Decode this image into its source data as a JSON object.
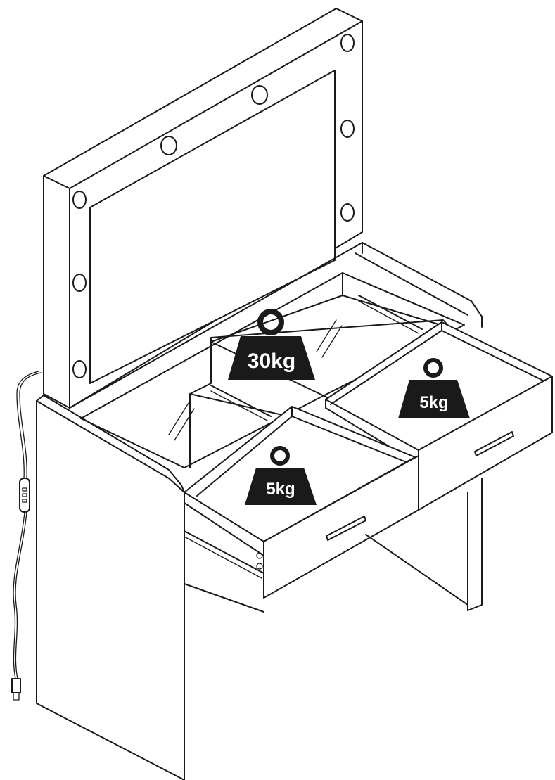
{
  "weights": {
    "top": "30kg",
    "right_drawer": "5kg",
    "left_drawer": "5kg"
  },
  "colors": {
    "line": "#1a1a1a",
    "background": "#ffffff",
    "weight_fill": "#1a1a1a",
    "weight_text": "#ffffff"
  }
}
